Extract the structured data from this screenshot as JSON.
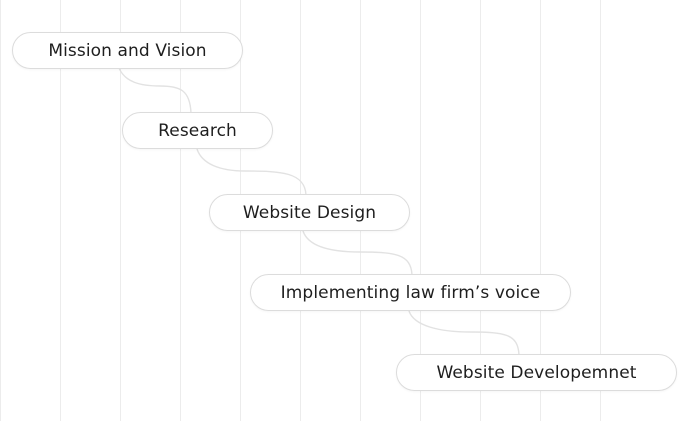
{
  "steps": [
    {
      "label": "Mission and Vision"
    },
    {
      "label": "Research"
    },
    {
      "label": "Website Design"
    },
    {
      "label": "Implementing law firm’s voice"
    },
    {
      "label": "Website Developemnet"
    }
  ],
  "colors": {
    "grid": "#ececec",
    "connector": "#e2e2e2",
    "pill_border": "#dcdcdc",
    "text": "#1e1e1e",
    "background": "#ffffff"
  }
}
